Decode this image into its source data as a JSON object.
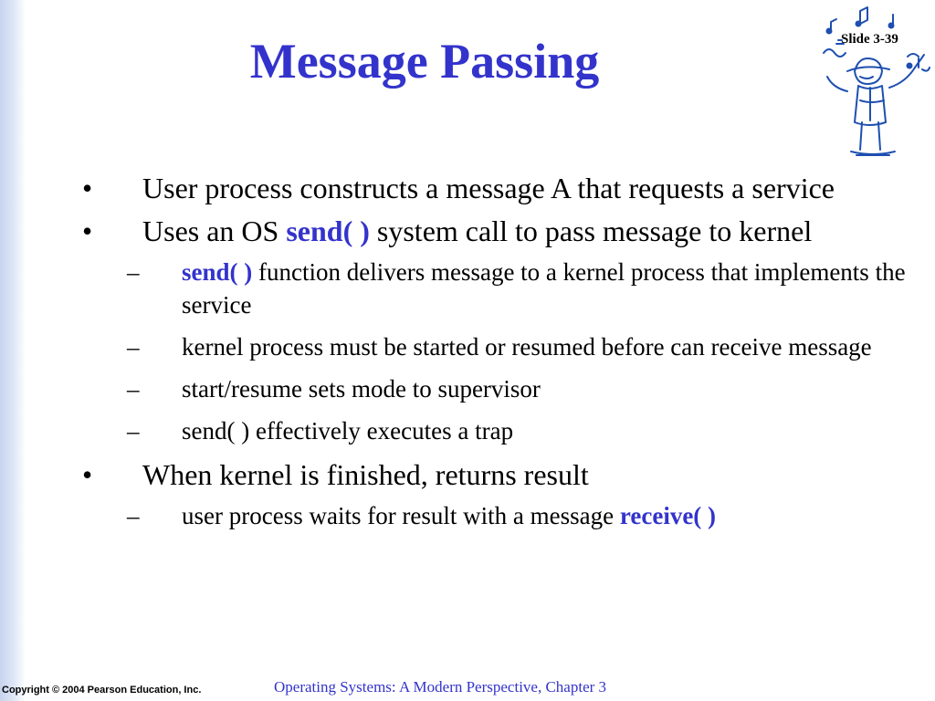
{
  "slide": {
    "title": "Message Passing",
    "slide_number": "Slide 3-39",
    "footer": "Operating Systems: A Modern Perspective, Chapter 3",
    "copyright": "Copyright © 2004 Pearson Education, Inc.",
    "bullet_marker": "•",
    "sub_marker": "–"
  },
  "bullets": [
    {
      "text": "User process constructs a message A that requests a service"
    },
    {
      "pre": "Uses an OS ",
      "hl": "send( )",
      "post": " system call to pass message to kernel"
    },
    {
      "hl": "send( )",
      "post": " function delivers message to a kernel process that implements the service"
    },
    {
      "text": "kernel process must be started or resumed before can receive message"
    },
    {
      "text": "start/resume sets mode to supervisor"
    },
    {
      "text": "send( ) effectively executes a trap"
    },
    {
      "text": "When kernel is finished, returns result"
    },
    {
      "pre": "user process waits for result with a message ",
      "hl": "receive( )"
    }
  ],
  "colors": {
    "title": "#3333cc",
    "highlight": "#3333cc",
    "footer": "#3333cc",
    "side_band": "#c7d4ee"
  },
  "icons": {
    "art": "musician-clipart-icon"
  }
}
